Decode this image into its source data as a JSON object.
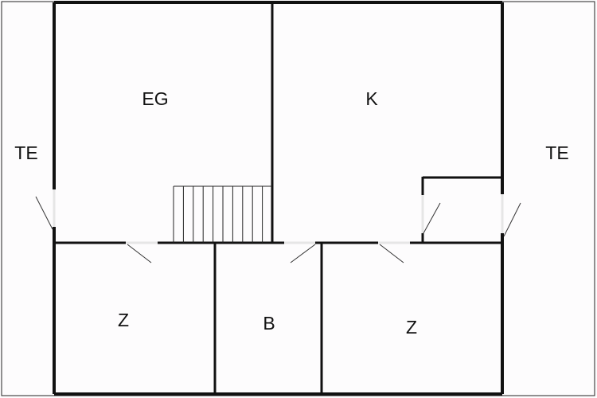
{
  "title": "Floor plan",
  "rooms": [
    {
      "id": "eg",
      "label": "EG"
    },
    {
      "id": "k",
      "label": "K"
    },
    {
      "id": "te-left",
      "label": "TE"
    },
    {
      "id": "te-right",
      "label": "TE"
    },
    {
      "id": "z-left",
      "label": "Z"
    },
    {
      "id": "b",
      "label": "B"
    },
    {
      "id": "z-right",
      "label": "Z"
    }
  ],
  "stair_treads": 10
}
